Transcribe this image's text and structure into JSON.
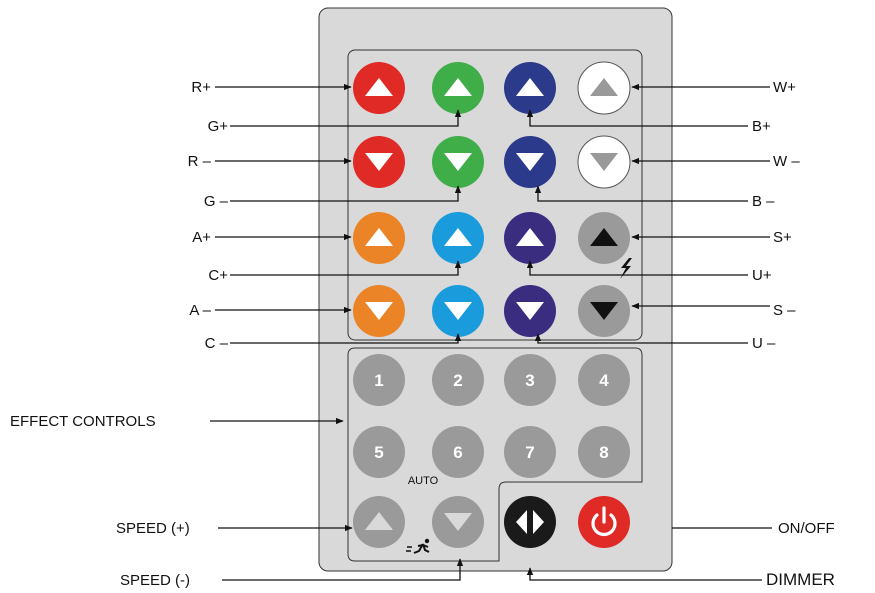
{
  "labels": {
    "r_plus": "R+",
    "g_plus": "G+",
    "r_minus": "R –",
    "g_minus": "G –",
    "a_plus": "A+",
    "c_plus": "C+",
    "a_minus": "A –",
    "c_minus": "C –",
    "w_plus": "W+",
    "b_plus": "B+",
    "w_minus": "W –",
    "b_minus": "B –",
    "s_plus": "S+",
    "u_plus": "U+",
    "s_minus": "S –",
    "u_minus": "U –",
    "effect_controls": "EFFECT CONTROLS",
    "speed_plus": "SPEED (+)",
    "speed_minus": "SPEED (-)",
    "on_off": "ON/OFF",
    "dimmer": "DIMMER"
  },
  "buttons": {
    "effect_numbers": [
      "1",
      "2",
      "3",
      "4",
      "5",
      "6",
      "7",
      "8"
    ],
    "auto_label": "AUTO"
  },
  "colors": {
    "remote_body": "#d9d9d9",
    "red": "#e02a26",
    "green": "#3fae49",
    "blue": "#2b3a8a",
    "white": "#ffffff",
    "orange": "#ea8426",
    "cyan": "#1a9bdc",
    "purple": "#3a2d80",
    "gray_button": "#9a9a9a",
    "power": "#e02a26",
    "dimmer": "#1a1a1a"
  }
}
